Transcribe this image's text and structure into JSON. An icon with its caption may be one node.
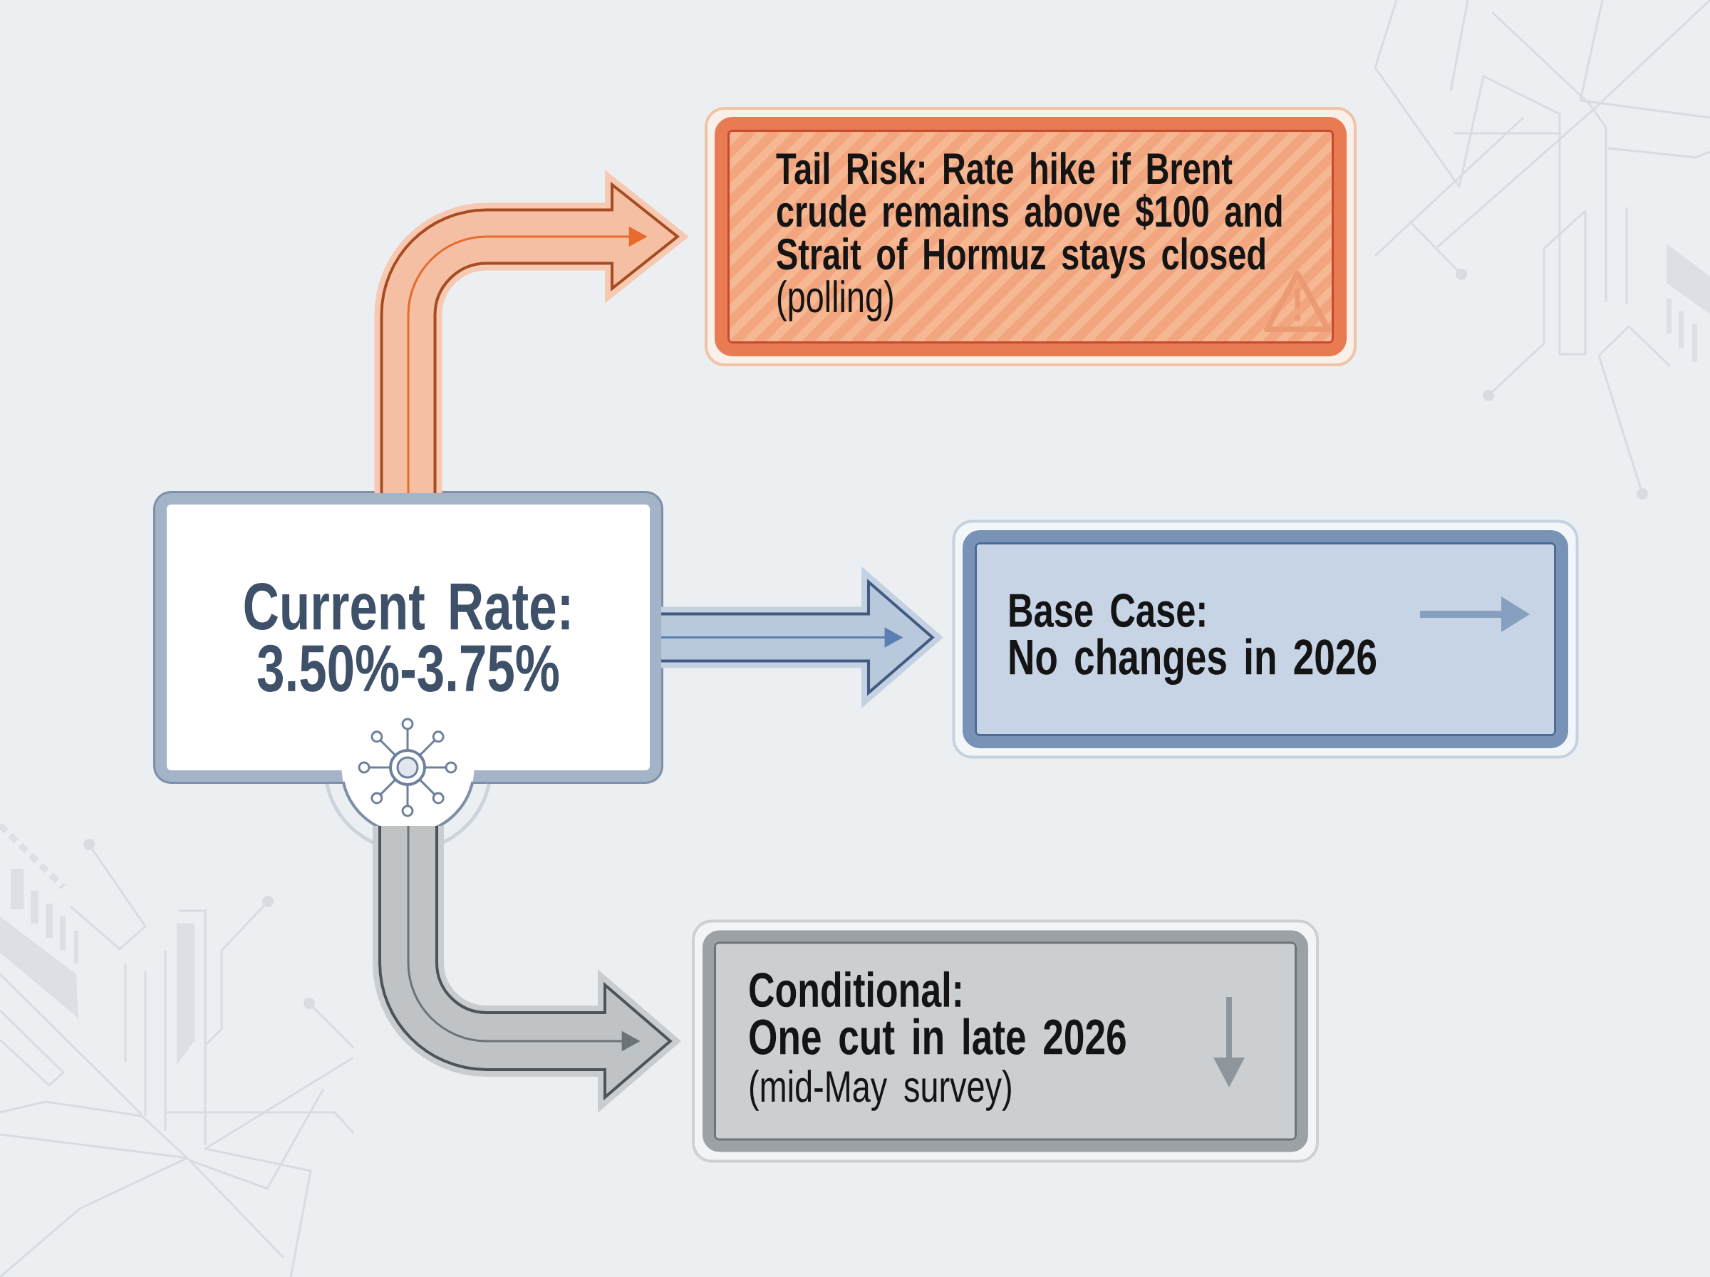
{
  "diagram": {
    "nodes": [
      {
        "text": [
          "Current Rate: 3.50%-3.75%"
        ]
      },
      {
        "text": [
          "Tail Risk: Rate hike if Brent crude remains above $100 and Strait of Hormuz stays closed",
          "(polling)"
        ]
      },
      {
        "text": [
          "Base Case:",
          "No changes in 2026"
        ]
      },
      {
        "text": [
          "Conditional:",
          "One cut in late 2026",
          "(mid-May survey)"
        ]
      }
    ],
    "edges": [
      {
        "from": 0,
        "to": 1,
        "arrow": "to",
        "color": "#e86a2c"
      },
      {
        "from": 0,
        "to": 2,
        "arrow": "to",
        "color": "#5a7fb0"
      },
      {
        "from": 0,
        "to": 3,
        "arrow": "to",
        "color": "#6b7379"
      }
    ]
  }
}
